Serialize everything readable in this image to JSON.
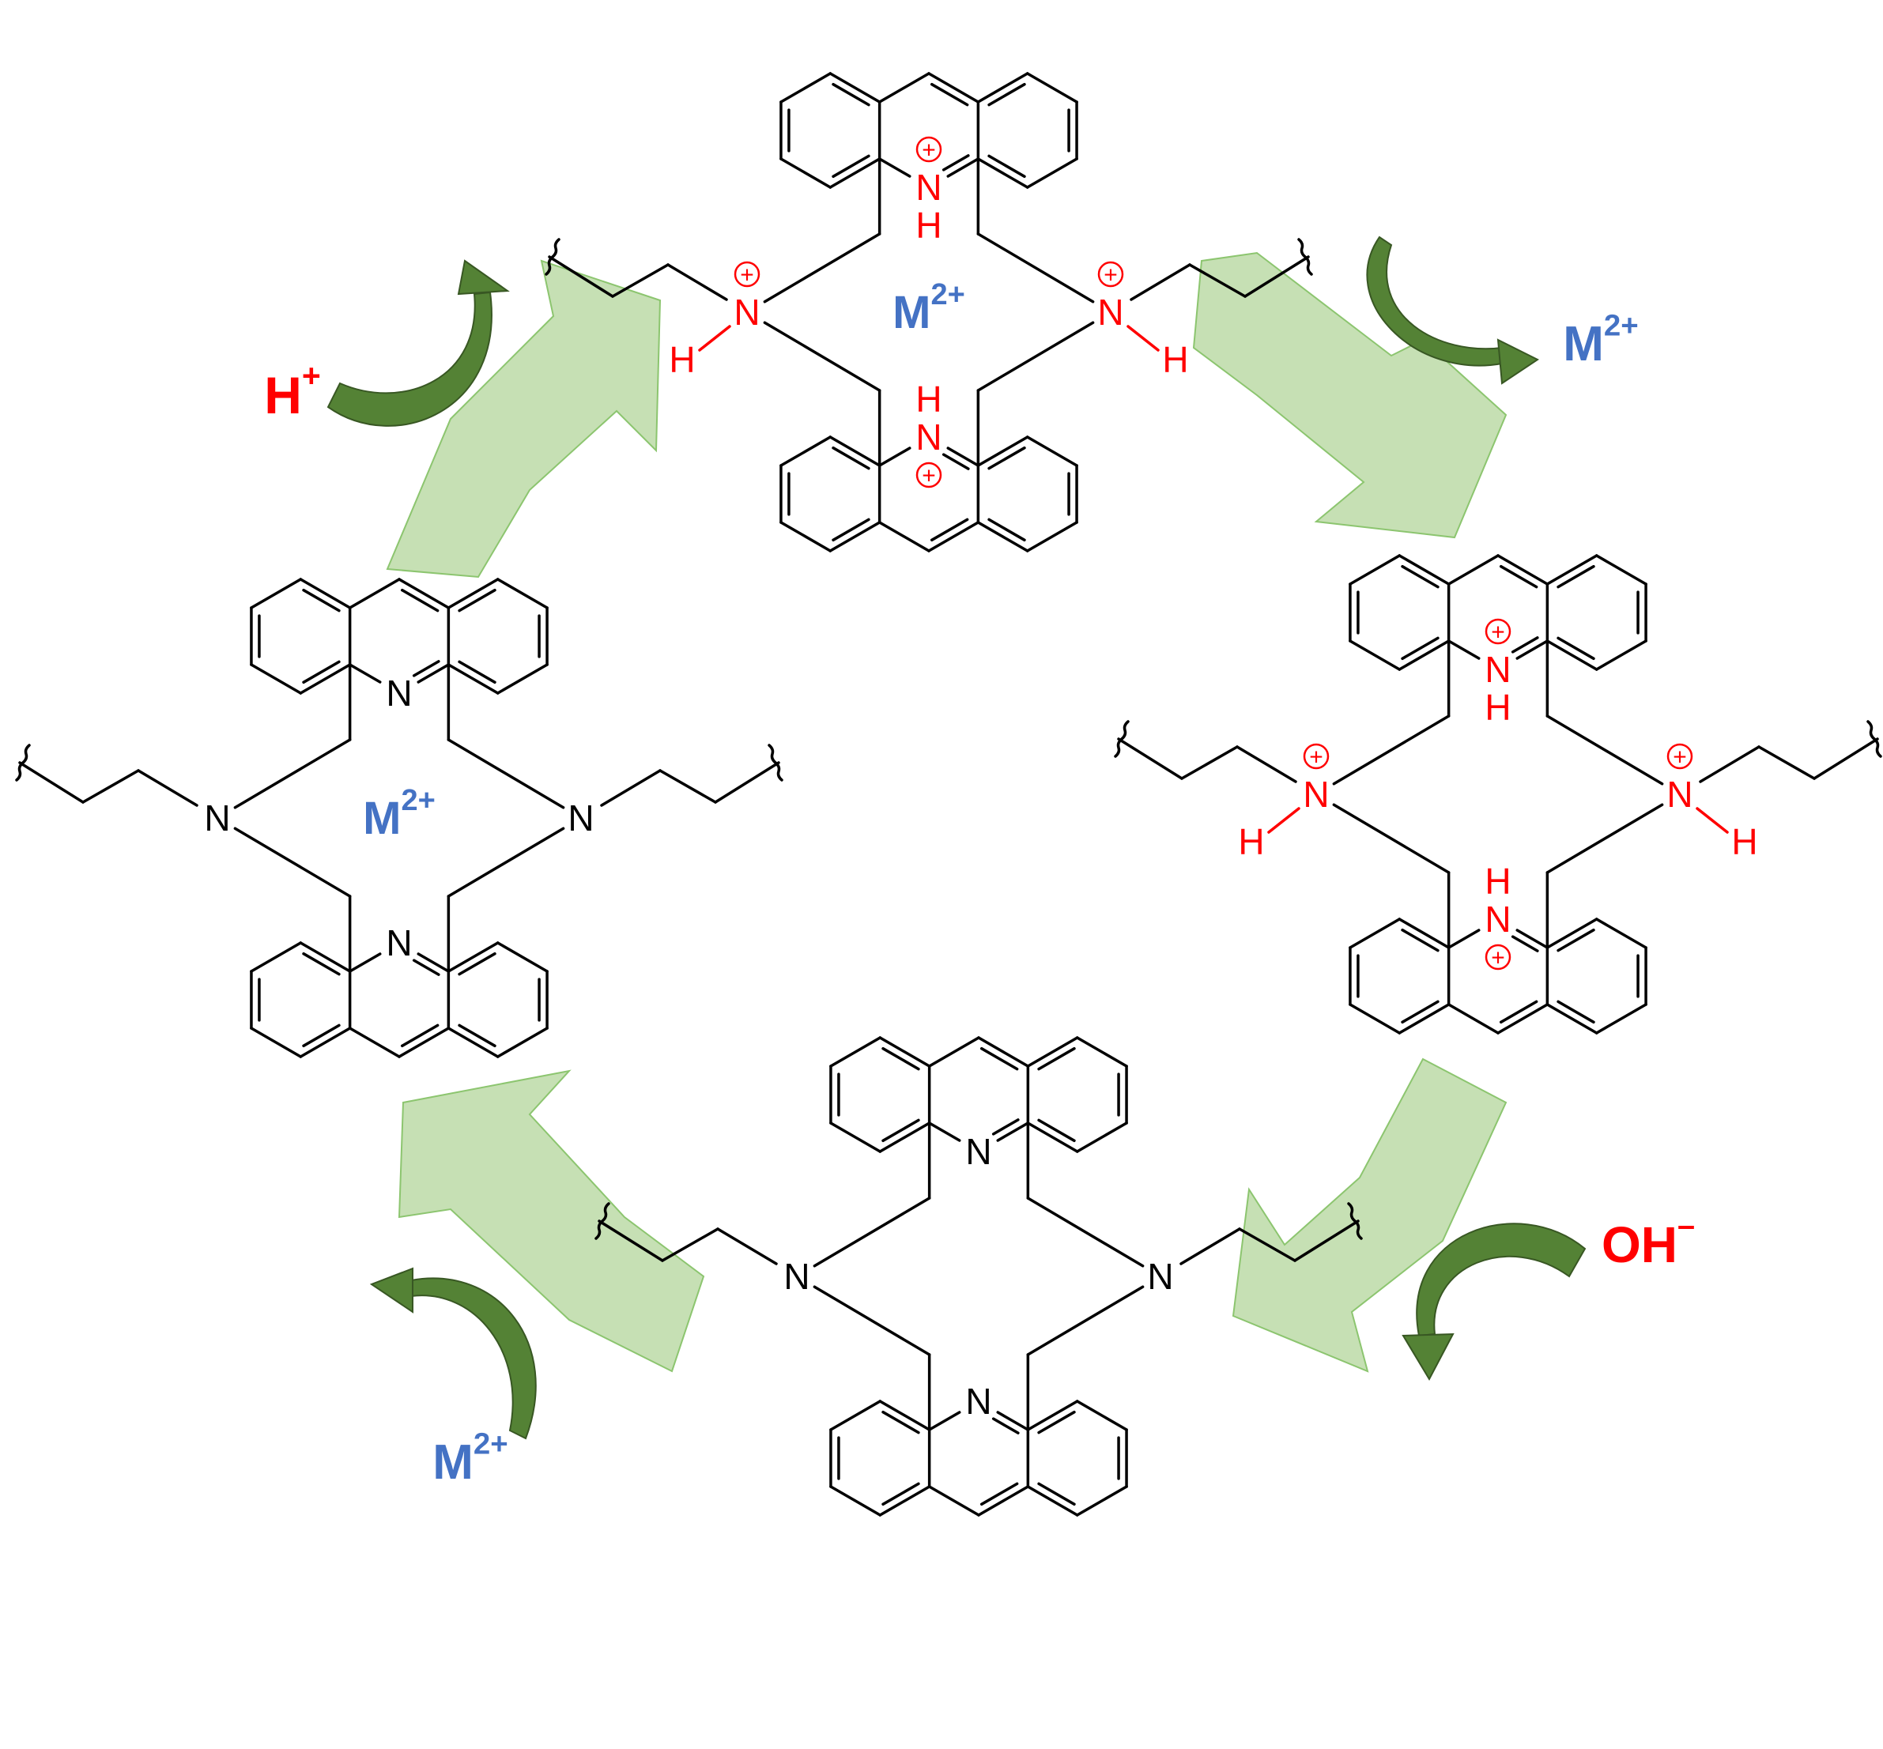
{
  "colors": {
    "metal": "#4472c4",
    "acid_base": "#ff0000",
    "charged_atom": "#ff0000",
    "neutral_atom": "#000000",
    "cycle_arrow_fill": "#c6e0b4",
    "cycle_arrow_stroke": "#8cc56f",
    "small_arrow": "#548235"
  },
  "labels": {
    "metal_base": "M",
    "metal_charge": "2+",
    "proton_base": "H",
    "proton_charge": "+",
    "hydroxide_base": "OH",
    "hydroxide_charge": "–",
    "nitrogen": "N",
    "hydrogen": "H",
    "plus": "+"
  },
  "states": [
    {
      "id": "top",
      "protonated": true,
      "metal_bound": true
    },
    {
      "id": "right",
      "protonated": true,
      "metal_bound": false
    },
    {
      "id": "bottom",
      "protonated": false,
      "metal_bound": false
    },
    {
      "id": "left",
      "protonated": false,
      "metal_bound": true
    }
  ],
  "steps": [
    {
      "from": "left",
      "to": "top",
      "species": "proton",
      "direction": "in"
    },
    {
      "from": "top",
      "to": "right",
      "species": "metal",
      "direction": "out"
    },
    {
      "from": "right",
      "to": "bottom",
      "species": "hydroxide",
      "direction": "in"
    },
    {
      "from": "bottom",
      "to": "left",
      "species": "metal",
      "direction": "in"
    }
  ]
}
